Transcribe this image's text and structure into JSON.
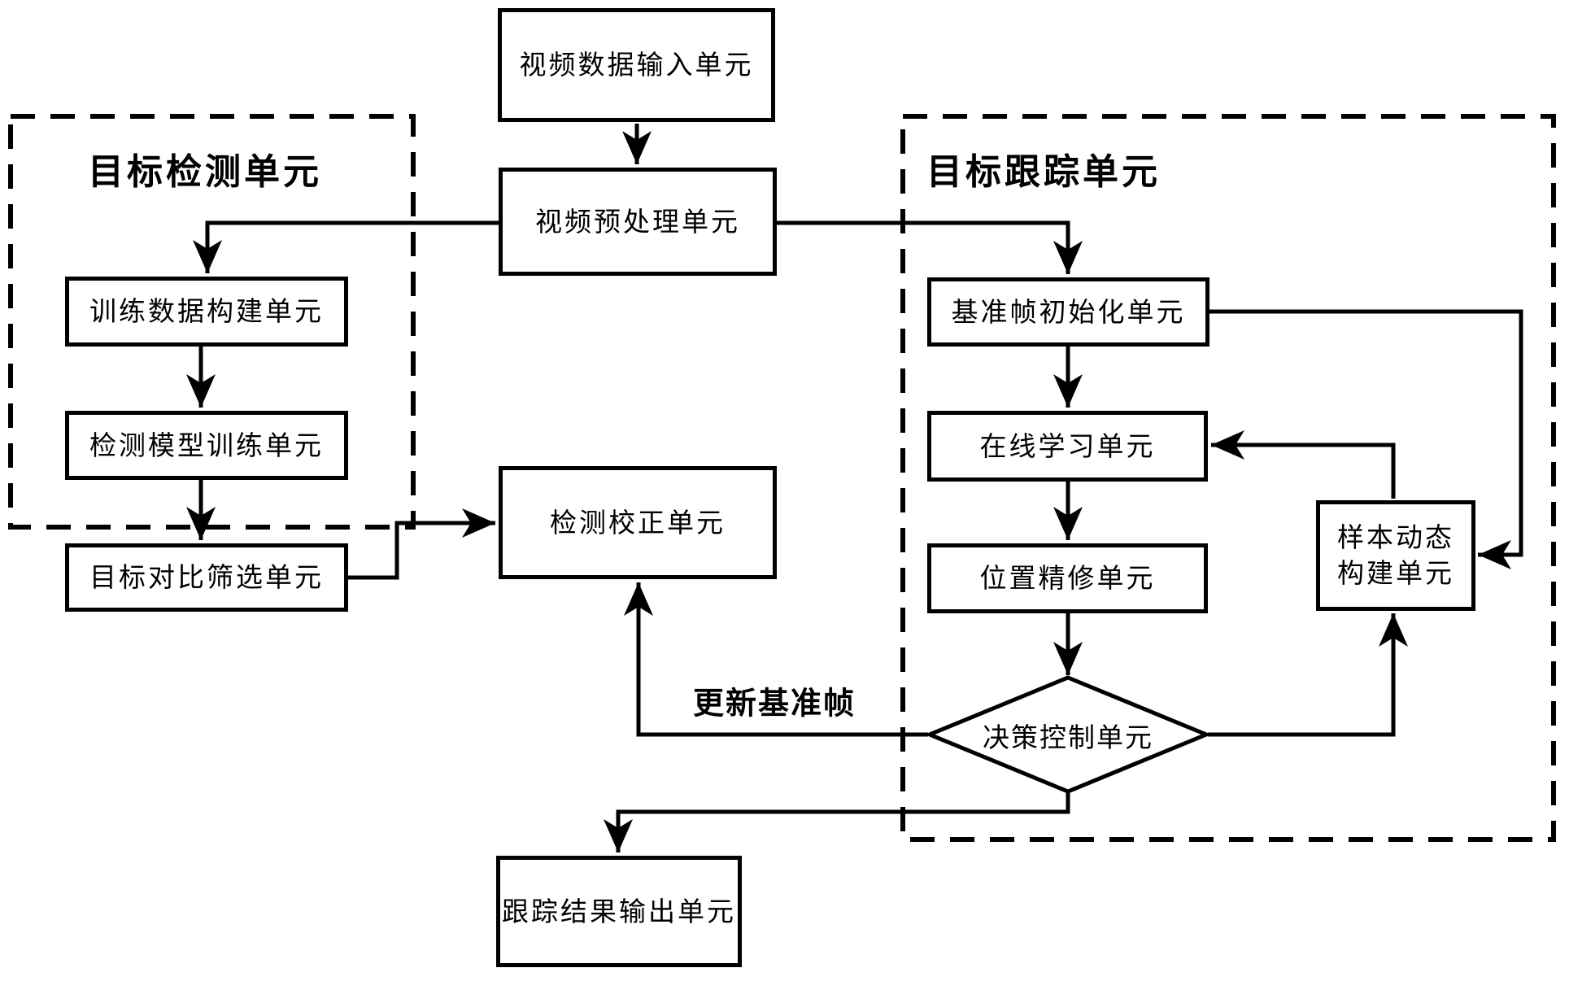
{
  "diagram": {
    "groups": {
      "detection": {
        "title": "目标检测单元"
      },
      "tracking": {
        "title": "目标跟踪单元"
      }
    },
    "nodes": {
      "video_input": {
        "label": "视频数据输入单元"
      },
      "preprocess": {
        "label": "视频预处理单元"
      },
      "train_data": {
        "label": "训练数据构建单元"
      },
      "detect_model": {
        "label": "检测模型训练单元"
      },
      "target_filter": {
        "label": "目标对比筛选单元"
      },
      "detect_correct": {
        "label": "检测校正单元"
      },
      "baseline_init": {
        "label": "基准帧初始化单元"
      },
      "online_learn": {
        "label": "在线学习单元"
      },
      "position_refine": {
        "label": "位置精修单元"
      },
      "sample_build": {
        "line1": "样本动态",
        "line2": "构建单元"
      },
      "decision": {
        "label": "决策控制单元"
      },
      "track_output": {
        "label": "跟踪结果输出单元"
      }
    },
    "edge_labels": {
      "update_baseline": "更新基准帧"
    },
    "colors": {
      "line": "#000000",
      "background": "#ffffff",
      "text": "#000000"
    }
  }
}
